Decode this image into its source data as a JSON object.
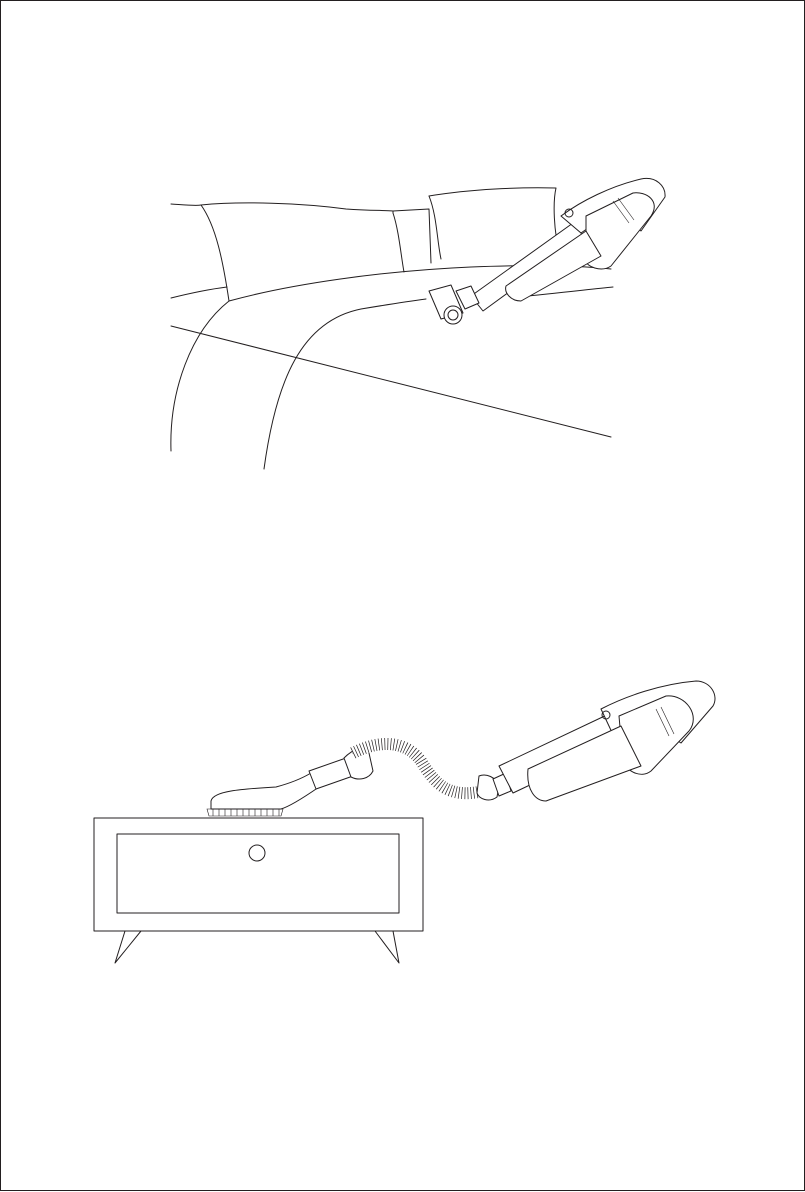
{
  "figures": [
    {
      "id": "sofa-cleaning",
      "icon": "handheld-vacuum-with-motorized-brush-on-sofa"
    },
    {
      "id": "cabinet-cleaning",
      "icon": "handheld-vacuum-with-hose-and-dusting-brush-on-cabinet"
    }
  ],
  "colors": {
    "line": "#231f20",
    "background": "#ffffff"
  }
}
